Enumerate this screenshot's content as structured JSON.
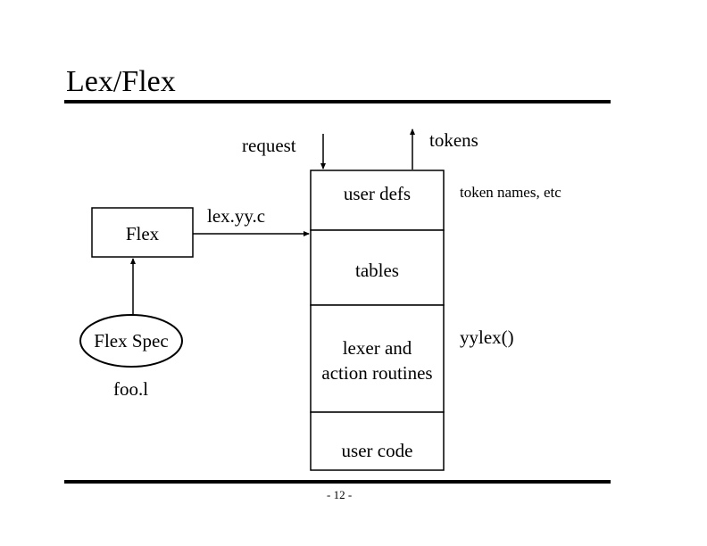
{
  "slide": {
    "title": "Lex/Flex",
    "page_number": "- 12 -"
  },
  "diagram": {
    "flex_box": "Flex",
    "flex_spec": "Flex Spec",
    "spec_file": "foo.l",
    "output_file": "lex.yy.c",
    "request": "request",
    "tokens": "tokens",
    "sections": {
      "user_defs": "user defs",
      "tables": "tables",
      "lexer_line1": "lexer and",
      "lexer_line2": "action routines",
      "user_code": "user code"
    },
    "annotations": {
      "token_names": "token names, etc",
      "yylex": "yylex()"
    }
  }
}
